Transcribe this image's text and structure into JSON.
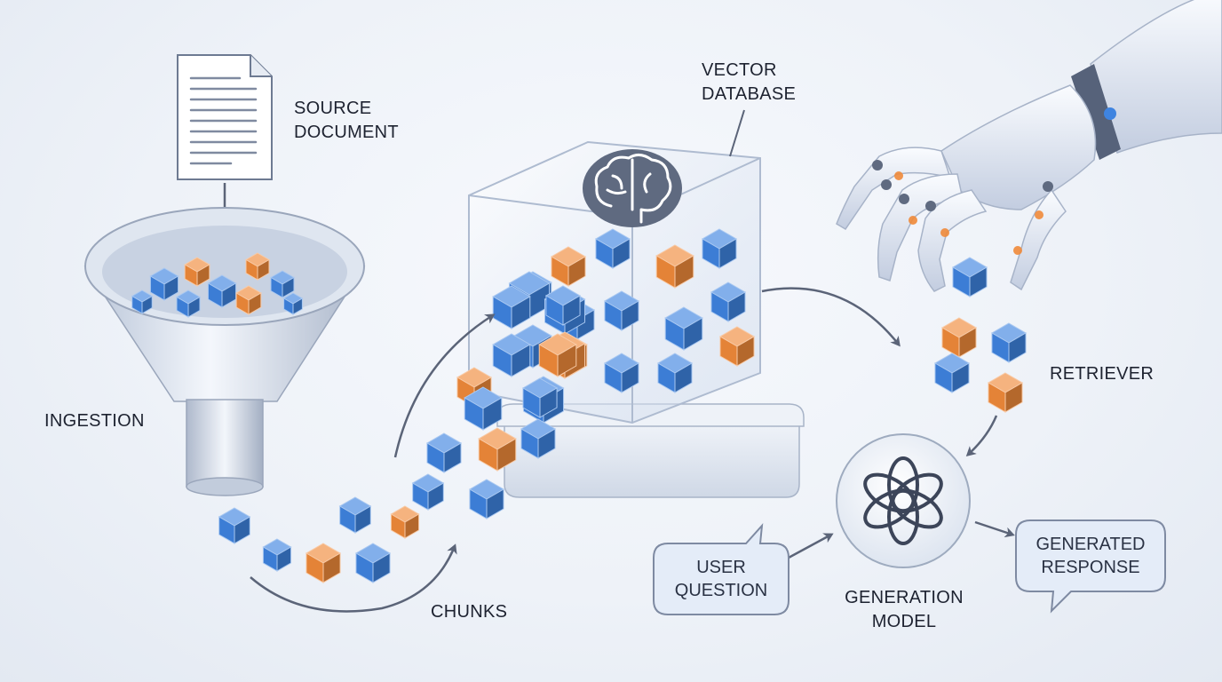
{
  "labels": {
    "source_document": [
      "SOURCE",
      "DOCUMENT"
    ],
    "ingestion": "INGESTION",
    "vector_database": [
      "VECTOR",
      "DATABASE"
    ],
    "chunks": "CHUNKS",
    "retriever": "RETRIEVER",
    "user_question": [
      "USER",
      "QUESTION"
    ],
    "generation_model": [
      "GENERATION",
      "MODEL"
    ],
    "generated_response": [
      "GENERATED",
      "RESPONSE"
    ]
  },
  "icons": {
    "document": "document-icon",
    "brain": "brain-icon",
    "model": "knot-logo-icon",
    "hand": "robotic-hand-icon"
  },
  "colors": {
    "cube_blue": "#3f84e0",
    "cube_orange": "#f08a3a",
    "arrow": "#5b6478",
    "label": "#1d2230"
  }
}
